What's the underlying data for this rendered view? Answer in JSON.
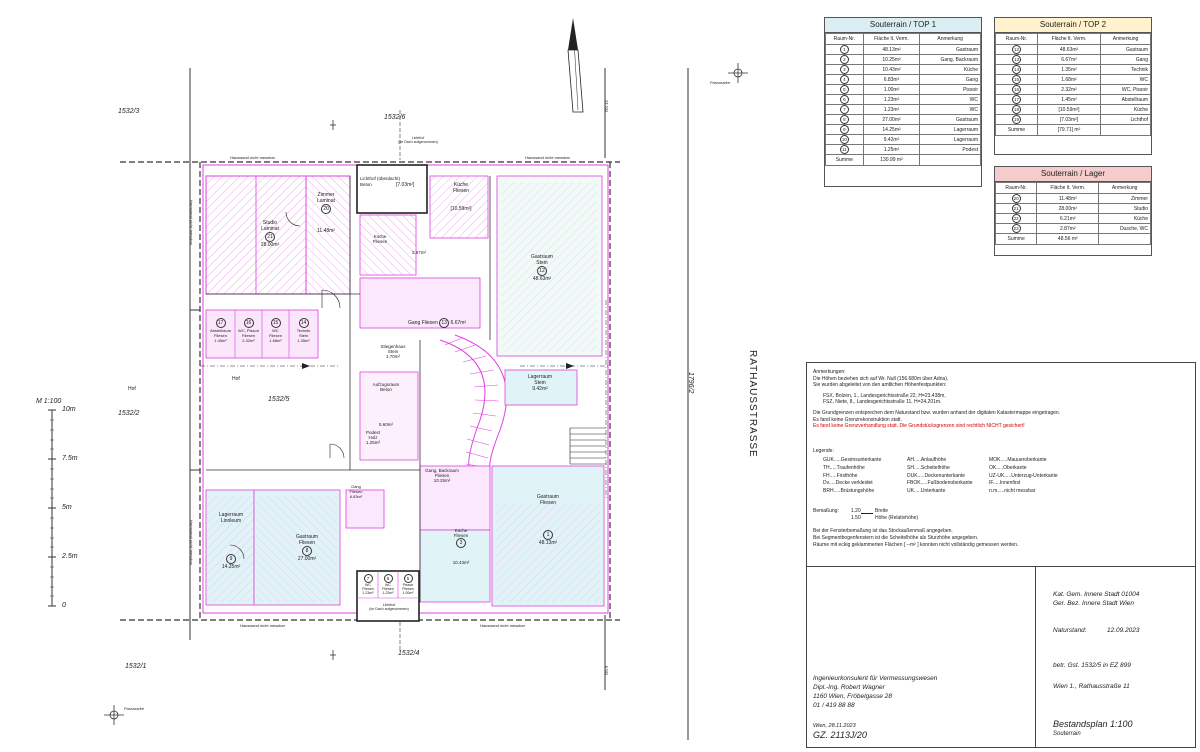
{
  "colors": {
    "room_line": "#e040e0",
    "room_fill": "#f8d8f8",
    "hatch": "#f0a8f0",
    "cyan_fill": "#e0f4f8",
    "wall": "#222222",
    "red_note": "#d00000",
    "top1_header": "#daeef3",
    "top2_header": "#fff2cc",
    "lager_header": "#f4cccc"
  },
  "tables": [
    {
      "title": "Souterrain  /  TOP  1",
      "header_color": "#daeef3",
      "columns": [
        "Raum-Nr.",
        "Fläche lt. Verm.",
        "Anmerkung"
      ],
      "rows": [
        [
          "1",
          "48.13m²",
          "Gastraum"
        ],
        [
          "2",
          "10.25m²",
          "Gang, Backraum"
        ],
        [
          "3",
          "10.43m²",
          "Küche"
        ],
        [
          "4",
          "6.83m²",
          "Gang"
        ],
        [
          "5",
          "1.00m²",
          "Pissoir"
        ],
        [
          "6",
          "1.23m²",
          "WC"
        ],
        [
          "7",
          "1.23m²",
          "WC"
        ],
        [
          "8",
          "27.00m²",
          "Gastraum"
        ],
        [
          "9",
          "14.25m²",
          "Lagerraum"
        ],
        [
          "10",
          "9.42m²",
          "Lagerraum"
        ],
        [
          "11",
          "1.25m²",
          "Podest"
        ]
      ],
      "sum": [
        "Summe",
        "130.99 m²",
        ""
      ]
    },
    {
      "title": "Souterrain  /  TOP  2",
      "header_color": "#fff2cc",
      "columns": [
        "Raum-Nr.",
        "Fläche lt. Verm.",
        "Anmerkung"
      ],
      "rows": [
        [
          "12",
          "48.63m²",
          "Gastraum"
        ],
        [
          "13",
          "6.67m²",
          "Gang"
        ],
        [
          "14",
          "1.35m²",
          "Technik"
        ],
        [
          "15",
          "1.68m²",
          "WC"
        ],
        [
          "16",
          "2.32m²",
          "WC, Pissoir"
        ],
        [
          "17",
          "1.45m²",
          "Abstellraum"
        ],
        [
          "18",
          "[10.59m²]",
          "Küche"
        ],
        [
          "19",
          "[7.03m²]",
          "Lichthof"
        ]
      ],
      "sum": [
        "Summe",
        "[79.71] m²",
        ""
      ]
    },
    {
      "title": "Souterrain  /  Lager",
      "header_color": "#f4cccc",
      "columns": [
        "Raum-Nr.",
        "Fläche lt. Verm.",
        "Anmerkung"
      ],
      "rows": [
        [
          "20",
          "11.48m²",
          "Zimmer"
        ],
        [
          "21",
          "28.00m²",
          "Studio"
        ],
        [
          "22",
          "6.21m²",
          "Küche"
        ],
        [
          "23",
          "2.87m²",
          "Dusche, WC"
        ]
      ],
      "sum": [
        "Summe",
        "48.56 m²",
        ""
      ]
    }
  ],
  "notes": {
    "anmerkungen_title": "Anmerkungen:",
    "line1": "Die Höhen beziehen sich auf Wr. Null (156.680m über Adria).",
    "line2": "Sie wurden abgeleitet von den amtlichen Höhenfestpunkten:",
    "line3": "FSX, Bolzen, 1., Landesgerichtsstraße 22, H=23.438m,",
    "line4": "FSZ, Niete, 8., Landesgerichtsstraße 11, H=24.201m.",
    "line5": "Die Grundgrenzen entsprechen dem Naturstand bzw. wurden anhand der digitalen Katastermappe eingetragen.",
    "line6": "Es fand keine Grenzrekonstruktion statt.",
    "line7_red": "Es fand keine Grenzverhandlung statt. Die Grundstücksgrenzen sind rechtlich NICHT gesichert!",
    "legende_title": "Legende:",
    "legend": [
      "GUK.....Gesimsunterkante",
      "AH.....Anlaufhöhe",
      "MOK.....Mauueroberkante",
      "TH.....Traufenhöhe",
      "SH.....Scheitelhöhe",
      "OK.....Oberkante",
      "FH.....Firsthöhe",
      "DUK.....Deckenunterkante",
      "UZ-UK.....Unterzug-Unterkante",
      "Dv.....Decke verkleidet",
      "FBOK.....Fußbodenoberkante",
      "IF.....Innenfirst",
      "BRH.....Brüstungshöhe",
      "UK.....Unterkante",
      "n.m.....nicht messbar"
    ],
    "bemassung_label": "Bemaßung:",
    "bemassung_breite": "Breite",
    "bemassung_hoehe": "Höhe (Relativhöhe)",
    "bemassung_top": "1.20",
    "bemassung_bottom": "1.50",
    "footnote1": "Bei der Fensterbemaßung ist das Stockaußenmaß angegeben.",
    "footnote2": "Bei Segmentbogenfenstern ist die Scheitelhöhe als Sturzhöhe angegeben.",
    "footnote3": "Räume mit eckig geklammerten Flächen [ --m² ] konnten nicht vollständig gemessen werden."
  },
  "title_block": {
    "kat_gem": "Kat. Gem. Innere Stadt 01004",
    "ger_bez": "Ger. Bez. Innere Stadt Wien",
    "naturstand_label": "Naturstand:",
    "naturstand_date": "12.09.2023",
    "betr_gst": "betr. Gst. 1532/5 in EZ 899",
    "address": "Wien 1., Rathausstraße 11",
    "office1": "Ingenieurkonsulent für Vermessungswesen",
    "office2": "Dipl.-Ing. Robert Wagner",
    "office3": "1160 Wien, Fröbelgasse 28",
    "office4": "01 / 419 88 88",
    "date": "Wien, 28.11.2023",
    "gz": "GZ. 2113J/20",
    "plan_title": "Bestandsplan 1:100",
    "plan_sub": "Souterrain"
  },
  "plan": {
    "street": "RATHAUSSTRASSE",
    "parcel_top_left": "1532/3",
    "parcel_top": "1532/6",
    "parcel_left": "1532/2",
    "parcel_center": "1532/5",
    "parcel_bottom_left": "1532/1",
    "parcel_bottom": "1532/4",
    "parcel_street": "1796/2",
    "boundary_note": "Hauswand nicht messbar",
    "hof": "Hof",
    "passmarke": "Passmarke",
    "on13": "ON 13",
    "on9": "ON 9",
    "scale_m": "M 1:100",
    "scale_ticks": [
      "10m",
      "7.5m",
      "5m",
      "2.5m",
      "0"
    ],
    "rooms": [
      {
        "n": "21",
        "label": "Studio\nLaminat",
        "area": "28.00m²"
      },
      {
        "n": "20",
        "label": "Zimmer\nLaminat",
        "area": "11.48m²"
      },
      {
        "n": "19",
        "label": "Lichthof (überdacht)\nBeton",
        "area": "[7.03m²]"
      },
      {
        "n": "18",
        "label": "Küche\nFliesen",
        "area": "[10.59m²]"
      },
      {
        "n": "22",
        "label": "Küche\nFliesen",
        "area": "6.21m²"
      },
      {
        "n": "23",
        "label": "Dusche\nWC",
        "area": "2.87m²"
      },
      {
        "n": "12",
        "label": "Gastraum\nStein",
        "area": "48.63m²"
      },
      {
        "n": "17",
        "label": "Abstellraum\nFliesen",
        "area": "1.45m²"
      },
      {
        "n": "16",
        "label": "WC, Pissoir\nFliesen",
        "area": "2.32m²"
      },
      {
        "n": "15",
        "label": "WC\nFliesen",
        "area": "1.68m²"
      },
      {
        "n": "14",
        "label": "Technik\nStein",
        "area": "1.35m²"
      },
      {
        "n": "13",
        "label": "Gang Fliesen",
        "area": "6.67m²"
      },
      {
        "n": "10",
        "label": "Lagerraum\nStein",
        "area": "9.42m²"
      },
      {
        "n": "11",
        "label": "Podest\nHolz",
        "area": "1.25m²"
      },
      {
        "n": "9",
        "label": "Lagerraum\nLinoleum",
        "area": "14.25m²"
      },
      {
        "n": "8",
        "label": "Gastraum\nFliesen",
        "area": "27.00m²"
      },
      {
        "n": "2",
        "label": "Gang, Backraum\nFliesen",
        "area": "10.25m²"
      },
      {
        "n": "4",
        "label": "Gang\nFliesen",
        "area": "6.83m²"
      },
      {
        "n": "3",
        "label": "Küche\nFliesen",
        "area": "10.43m²"
      },
      {
        "n": "1",
        "label": "Gastraum\nFliesen",
        "area": "48.13m²"
      },
      {
        "n": "7",
        "label": "WC\nFliesen",
        "area": "1.23m²"
      },
      {
        "n": "6",
        "label": "WC\nFliesen",
        "area": "1.23m²"
      },
      {
        "n": "5",
        "label": "Pissoir\nFliesen",
        "area": "1.00m²"
      }
    ],
    "stair_label": "Stiegenhaus\nStein",
    "stair_area": "1.70m²",
    "lift_label": "Aufzugsraum\nBeton",
    "lift_area": "5.60m²",
    "lichthof_bottom": "Lichthof\n(im Dach aufgenommen)",
    "lichthof_top": "Lichthof\n(im Dach aufgenommen)"
  }
}
